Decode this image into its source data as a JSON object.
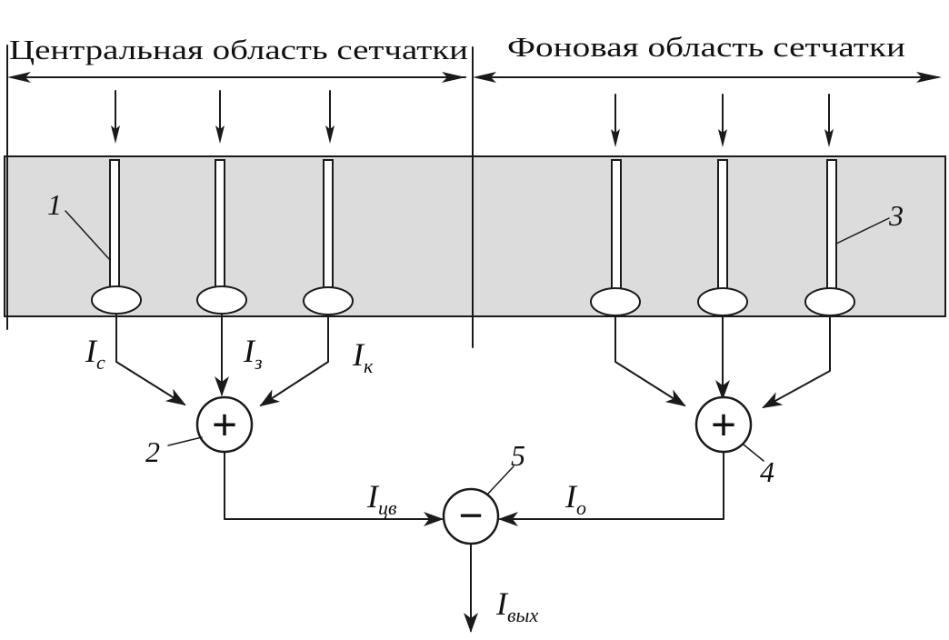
{
  "header": {
    "central_region": "Центральная область сетчатки",
    "background_region": "Фоновая область сетчатки"
  },
  "labels": {
    "receptor": "1",
    "adder_center": "2",
    "receptor_bg": "3",
    "adder_bg": "4",
    "subtractor": "5"
  },
  "signals": {
    "i_c": {
      "main": "I",
      "sub": "с"
    },
    "i_z": {
      "main": "I",
      "sub": "з"
    },
    "i_k": {
      "main": "I",
      "sub": "к"
    },
    "i_cv": {
      "main": "I",
      "sub": "цв"
    },
    "i_o": {
      "main": "I",
      "sub": "о"
    },
    "i_out": {
      "main": "I",
      "sub": "вых"
    }
  },
  "operators": {
    "plus": "+",
    "minus": "−"
  },
  "colors": {
    "retina_band": "#dcdcdc",
    "ink": "#1a1a1a"
  }
}
